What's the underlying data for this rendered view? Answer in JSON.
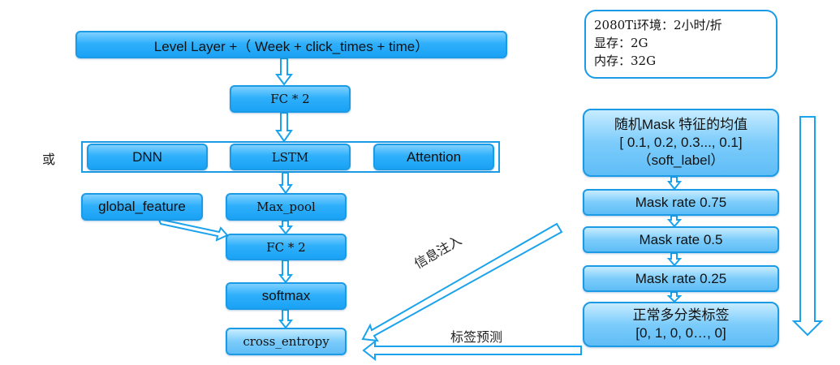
{
  "left": {
    "input": "Level Layer +（ Week + click_times + time）",
    "fc1": "FC * 2",
    "or_label": "或",
    "options": [
      "DNN",
      "LSTM",
      "Attention"
    ],
    "global_feature": "global_feature",
    "max_pool": "Max_pool",
    "fc2": "FC * 2",
    "softmax": "softmax",
    "loss": "cross_entropy"
  },
  "note": {
    "lines": [
      "2080Ti环境：2小时/折",
      "显存：2G",
      "内存：32G"
    ]
  },
  "right": {
    "mask_mean": [
      "随机Mask 特征的均值",
      "[ 0.1, 0.2, 0.3..., 0.1]",
      "（soft_label）"
    ],
    "rates": [
      "Mask rate 0.75",
      "Mask rate 0.5",
      "Mask rate 0.25"
    ],
    "label": [
      "正常多分类标签",
      "[0, 1, 0, 0…, 0]"
    ]
  },
  "arrows": {
    "inject": "信息注入",
    "predict": "标签预测"
  },
  "colors": {
    "border": "#1b9ae6",
    "fill": "#2fb0fb"
  }
}
